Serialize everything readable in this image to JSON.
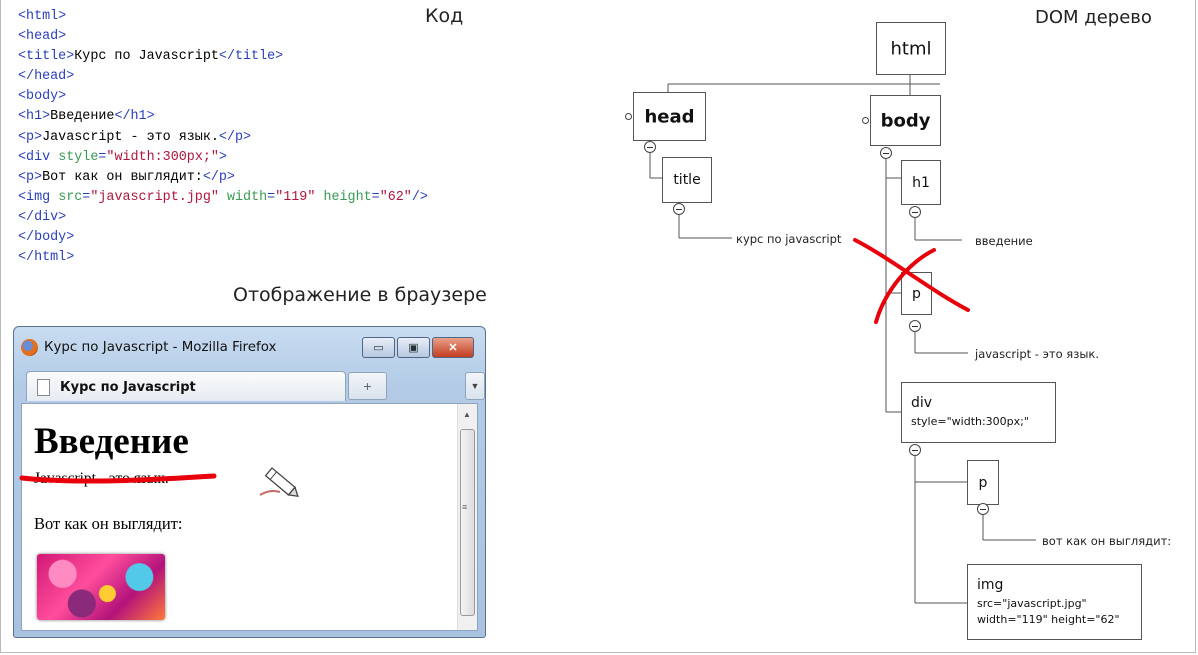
{
  "headings": {
    "code": "Код",
    "dom_tree": "DOM дерево",
    "browser": "Отображение в браузере"
  },
  "code_lines": [
    [
      {
        "t": "tag",
        "v": "<html>"
      }
    ],
    [
      {
        "t": "tag",
        "v": "<head>"
      }
    ],
    [
      {
        "t": "tag",
        "v": "<title>"
      },
      {
        "t": "txt",
        "v": "Курс по Javascript"
      },
      {
        "t": "tag",
        "v": "</title>"
      }
    ],
    [
      {
        "t": "tag",
        "v": "</head>"
      }
    ],
    [
      {
        "t": "tag",
        "v": "<body>"
      }
    ],
    [
      {
        "t": "tag",
        "v": "<h1>"
      },
      {
        "t": "txt",
        "v": "Введение"
      },
      {
        "t": "tag",
        "v": "</h1>"
      }
    ],
    [
      {
        "t": "tag",
        "v": "<p>"
      },
      {
        "t": "txt",
        "v": "Javascript - это язык."
      },
      {
        "t": "tag",
        "v": "</p>"
      }
    ],
    [
      {
        "t": "tag",
        "v": "<div "
      },
      {
        "t": "attr",
        "v": "style"
      },
      {
        "t": "tag",
        "v": "="
      },
      {
        "t": "str",
        "v": "\"width:300px;\""
      },
      {
        "t": "tag",
        "v": ">"
      }
    ],
    [
      {
        "t": "tag",
        "v": "<p>"
      },
      {
        "t": "txt",
        "v": "Вот как он выглядит:"
      },
      {
        "t": "tag",
        "v": "</p>"
      }
    ],
    [
      {
        "t": "tag",
        "v": "<img "
      },
      {
        "t": "attr",
        "v": "src"
      },
      {
        "t": "tag",
        "v": "="
      },
      {
        "t": "str",
        "v": "\"javascript.jpg\""
      },
      {
        "t": "txt",
        "v": " "
      },
      {
        "t": "attr",
        "v": "width"
      },
      {
        "t": "tag",
        "v": "="
      },
      {
        "t": "str",
        "v": "\"119\""
      },
      {
        "t": "txt",
        "v": " "
      },
      {
        "t": "attr",
        "v": "height"
      },
      {
        "t": "tag",
        "v": "="
      },
      {
        "t": "str",
        "v": "\"62\""
      },
      {
        "t": "tag",
        "v": "/>"
      }
    ],
    [
      {
        "t": "tag",
        "v": "</div>"
      }
    ],
    [
      {
        "t": "tag",
        "v": "</body>"
      }
    ],
    [
      {
        "t": "tag",
        "v": "</html>"
      }
    ]
  ],
  "browser": {
    "window_title": "Курс по Javascript - Mozilla Firefox",
    "tab_label": "Курс по Javascript",
    "new_tab_symbol": "+",
    "minimize_symbol": "▭",
    "maximize_symbol": "▣",
    "close_symbol": "✕",
    "content": {
      "h1": "Введение",
      "p1": "Javascript - это язык.",
      "p2": "Вот как он выглядит:"
    }
  },
  "dom_tree": {
    "html": "html",
    "head": "head",
    "title": "title",
    "title_text": "курс по javascript",
    "body": "body",
    "h1": "h1",
    "h1_text": "введение",
    "p1": "p",
    "p1_text": "javascript - это язык.",
    "div": "div",
    "div_attr": "style=\"width:300px;\"",
    "p2": "p",
    "p2_text": "вот как он выглядит:",
    "img": "img",
    "img_attr1": "src=\"javascript.jpg\"",
    "img_attr2": "width=\"119\" height=\"62\""
  },
  "colors": {
    "tag": "#2a3ebc",
    "attr": "#3a9a55",
    "string": "#b0173d",
    "annotation_red": "#e8000b"
  }
}
